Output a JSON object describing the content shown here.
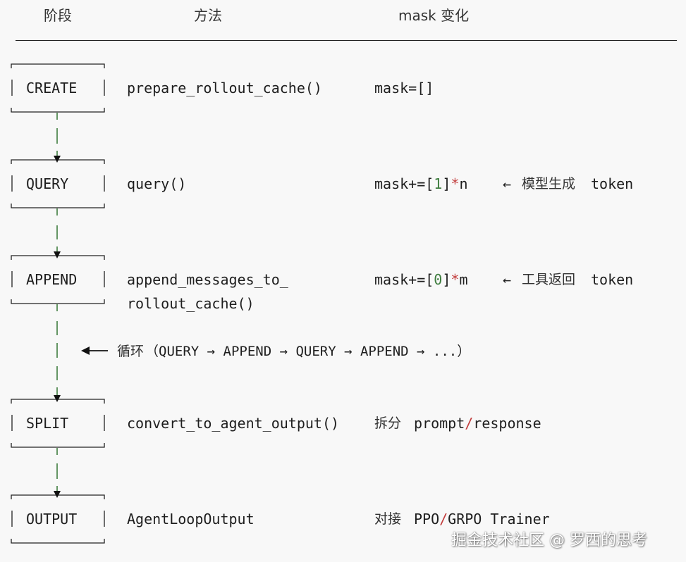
{
  "header": {
    "col_stage": "阶段",
    "col_method": "方法",
    "col_mask": "mask 变化"
  },
  "stages": [
    {
      "name": "CREATE",
      "method": "prepare_rollout_cache()",
      "method_line2": "",
      "mask_prefix": "mask=[]",
      "mask_digit": "",
      "mask_suffix": "",
      "mask_star": "",
      "mask_var": "",
      "note_arrow": "",
      "note_text": "",
      "note_token": ""
    },
    {
      "name": "QUERY",
      "method": "query()",
      "method_line2": "",
      "mask_prefix": "mask+=[",
      "mask_digit": "1",
      "mask_suffix": "]",
      "mask_star": "*",
      "mask_var": "n",
      "note_arrow": "←",
      "note_text": "模型生成",
      "note_token": "token"
    },
    {
      "name": "APPEND",
      "method": "append_messages_to_",
      "method_line2": "rollout_cache()",
      "mask_prefix": "mask+=[",
      "mask_digit": "0",
      "mask_suffix": "]",
      "mask_star": "*",
      "mask_var": "m",
      "note_arrow": "←",
      "note_text": "工具返回",
      "note_token": "token"
    },
    {
      "name": "SPLIT",
      "method": "convert_to_agent_output()",
      "method_line2": "",
      "mask_prefix": "",
      "mask_digit": "",
      "mask_suffix": "",
      "mask_star": "",
      "mask_var": "",
      "note_arrow": "",
      "note_text": "拆分",
      "note_token": "prompt/response"
    },
    {
      "name": "OUTPUT",
      "method": "AgentLoopOutput",
      "method_line2": "",
      "mask_prefix": "",
      "mask_digit": "",
      "mask_suffix": "",
      "mask_star": "",
      "mask_var": "",
      "note_arrow": "",
      "note_text": "对接",
      "note_token": "PPO/GRPO Trainer"
    }
  ],
  "loop": {
    "label": "循环",
    "sequence": "（QUERY → APPEND → QUERY → APPEND → ...）"
  },
  "watermark": "掘金技术社区 @ 罗西的思考",
  "colors": {
    "background": "#f8f8f8",
    "text": "#1e1e1e",
    "number": "#3f7d3f",
    "operator": "#c23c3c"
  }
}
